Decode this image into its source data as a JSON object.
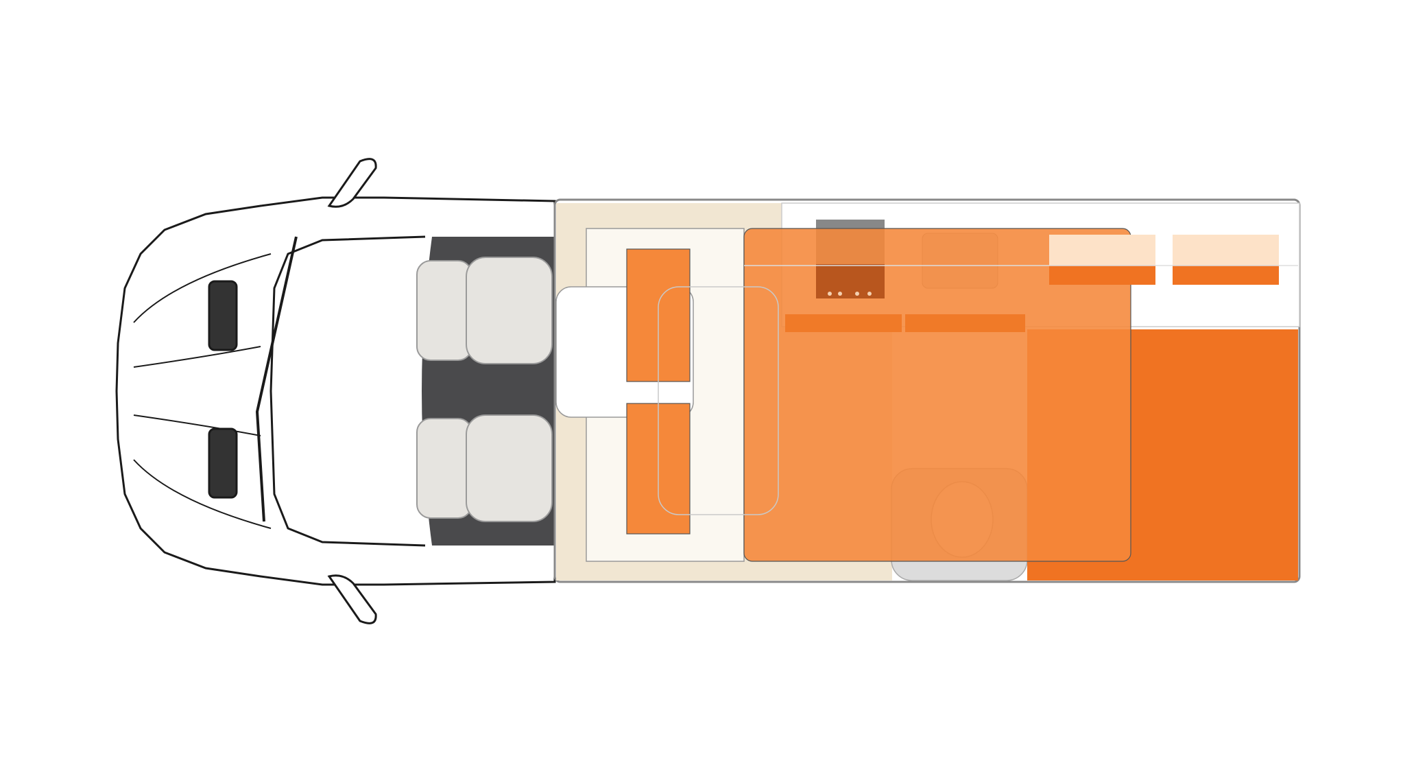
{
  "diagram": {
    "type": "campervan-floor-plan",
    "view": "top-down",
    "colors": {
      "background": "#ffffff",
      "outline": "#1a1a1a",
      "floor": "#f1e6d2",
      "bed_overlay": "#f5883a",
      "bed_overlay_opacity": 0.88,
      "rear_bed": "#f07322",
      "cab_floor": "#4a4a4c",
      "seat": "#e6e4e0",
      "cupboard_light": "#fde2c8",
      "bathroom": "#dcdcdc"
    },
    "zones": [
      "cab",
      "front-seats",
      "dinette",
      "kitchen",
      "bathroom",
      "rear-bed",
      "overhead-cupboards"
    ]
  }
}
